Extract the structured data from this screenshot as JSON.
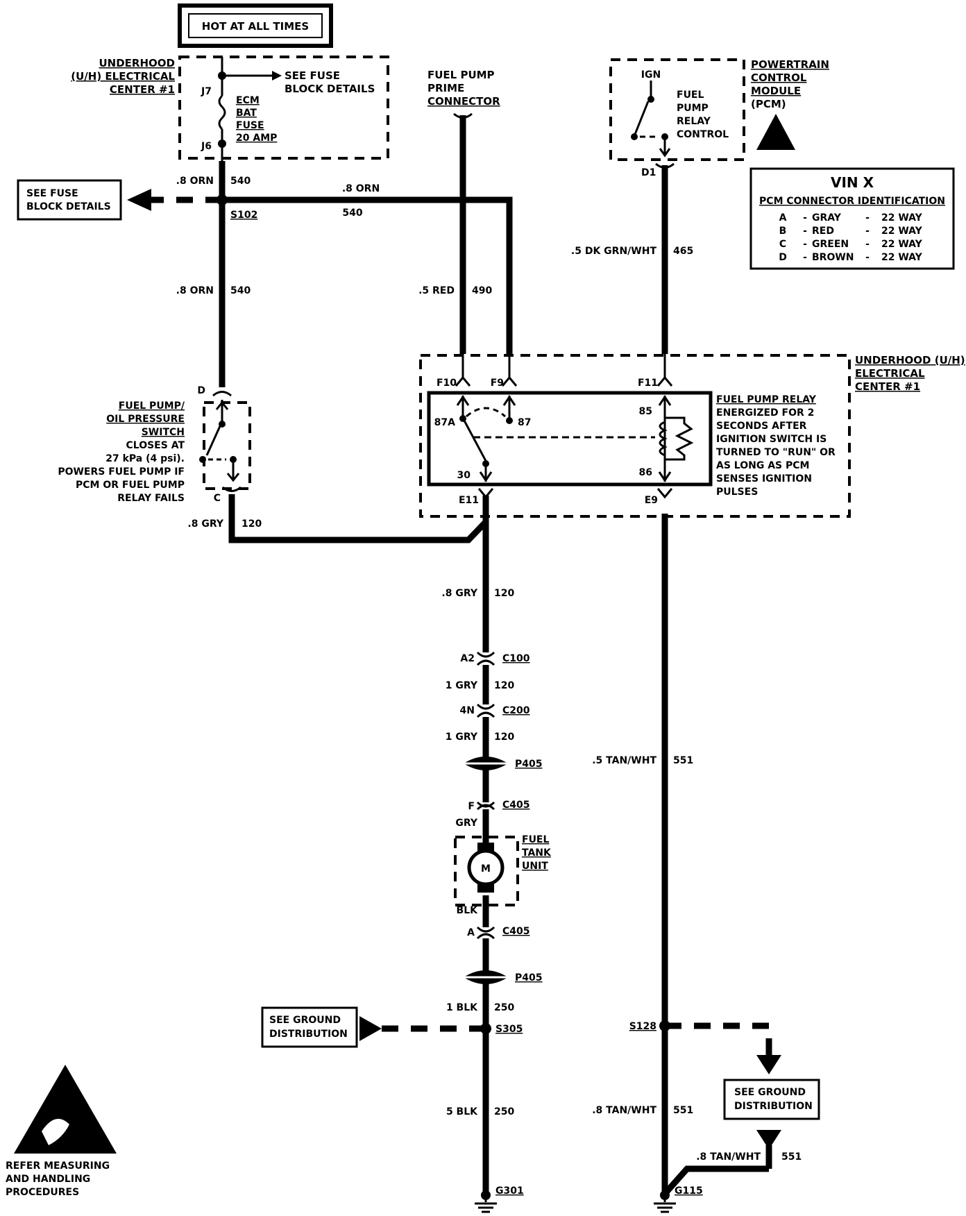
{
  "hot": "HOT AT ALL TIMES",
  "uh_center": {
    "l1": "UNDERHOOD",
    "l2": "(U/H) ELECTRICAL",
    "l3": "CENTER #1"
  },
  "fuse": {
    "j7": "J7",
    "j6": "J6",
    "see": [
      "SEE FUSE",
      "BLOCK DETAILS"
    ],
    "name": [
      "ECM",
      "BAT",
      "FUSE",
      "20 AMP"
    ]
  },
  "prime": [
    "FUEL PUMP",
    "PRIME",
    "CONNECTOR"
  ],
  "pcm": {
    "title": [
      "POWERTRAIN",
      "CONTROL",
      "MODULE",
      "(PCM)"
    ],
    "ign": "IGN",
    "ctrl": [
      "FUEL",
      "PUMP",
      "RELAY",
      "CONTROL"
    ],
    "pin": "D1"
  },
  "vin": {
    "title": "VIN X",
    "sub": "PCM CONNECTOR IDENTIFICATION",
    "rows": [
      [
        "A",
        "-",
        "GRAY",
        "-",
        "22 WAY"
      ],
      [
        "B",
        "-",
        "RED",
        "-",
        "22 WAY"
      ],
      [
        "C",
        "-",
        "GREEN",
        "-",
        "22 WAY"
      ],
      [
        "D",
        "-",
        "BROWN",
        "-",
        "22 WAY"
      ]
    ]
  },
  "see_fuse_left": [
    "SEE FUSE",
    "BLOCK DETAILS"
  ],
  "splices": {
    "s102": "S102",
    "s305": "S305",
    "s128": "S128"
  },
  "wires": {
    "w540a": ".8 ORN",
    "c540a": "540",
    "w540b": ".8 ORN",
    "c540b": "540",
    "w540c": ".8 ORN",
    "c540c": "540",
    "w490": ".5 RED",
    "c490": "490",
    "w465": ".5 DK GRN/WHT",
    "c465": "465",
    "w120a": ".8 GRY",
    "c120a": "120",
    "w120b": ".8 GRY",
    "c120b": "120",
    "w120c": "1 GRY",
    "c120c": "120",
    "w120d": "1 GRY",
    "c120d": "120",
    "w551a": ".5 TAN/WHT",
    "c551a": "551",
    "w250a": "1 BLK",
    "c250a": "250",
    "w250b": "5 BLK",
    "c250b": "250",
    "w551b": ".8 TAN/WHT",
    "c551b": "551",
    "w551c": ".8 TAN/WHT",
    "c551c": "551"
  },
  "uh2": [
    "UNDERHOOD (U/H)",
    "ELECTRICAL",
    "CENTER #1"
  ],
  "relay": {
    "pins": {
      "f10": "F10",
      "f9": "F9",
      "f11": "F11",
      "e11": "E11",
      "e9": "E9",
      "p87a": "87A",
      "p87": "87",
      "p85": "85",
      "p86": "86",
      "p30": "30"
    },
    "desc": [
      "FUEL PUMP RELAY",
      "ENERGIZED FOR 2",
      "SECONDS AFTER",
      "IGNITION SWITCH IS",
      "TURNED TO \"RUN\" OR",
      "AS LONG AS PCM",
      "SENSES IGNITION",
      "PULSES"
    ]
  },
  "switch": {
    "d": "D",
    "c": "C",
    "text": [
      "FUEL PUMP/",
      "OIL PRESSURE",
      "SWITCH",
      "CLOSES AT",
      "27 kPa (4 psi).",
      "POWERS FUEL PUMP IF",
      "PCM OR FUEL PUMP",
      "RELAY FAILS"
    ]
  },
  "conn": {
    "a2": "A2",
    "c100": "C100",
    "4n": "4N",
    "c200": "C200",
    "p405a": "P405",
    "f": "F",
    "c405a": "C405",
    "gry": "GRY",
    "blk": "BLK",
    "a": "A",
    "c405b": "C405",
    "p405b": "P405"
  },
  "tank": {
    "motor": "M",
    "label": [
      "FUEL",
      "TANK",
      "UNIT"
    ]
  },
  "ground": {
    "see1": [
      "SEE GROUND",
      "DISTRIBUTION"
    ],
    "see2": [
      "SEE GROUND",
      "DISTRIBUTION"
    ],
    "g301": "G301",
    "g115": "G115"
  },
  "esd": [
    "REFER MEASURING",
    "AND HANDLING",
    "PROCEDURES"
  ]
}
